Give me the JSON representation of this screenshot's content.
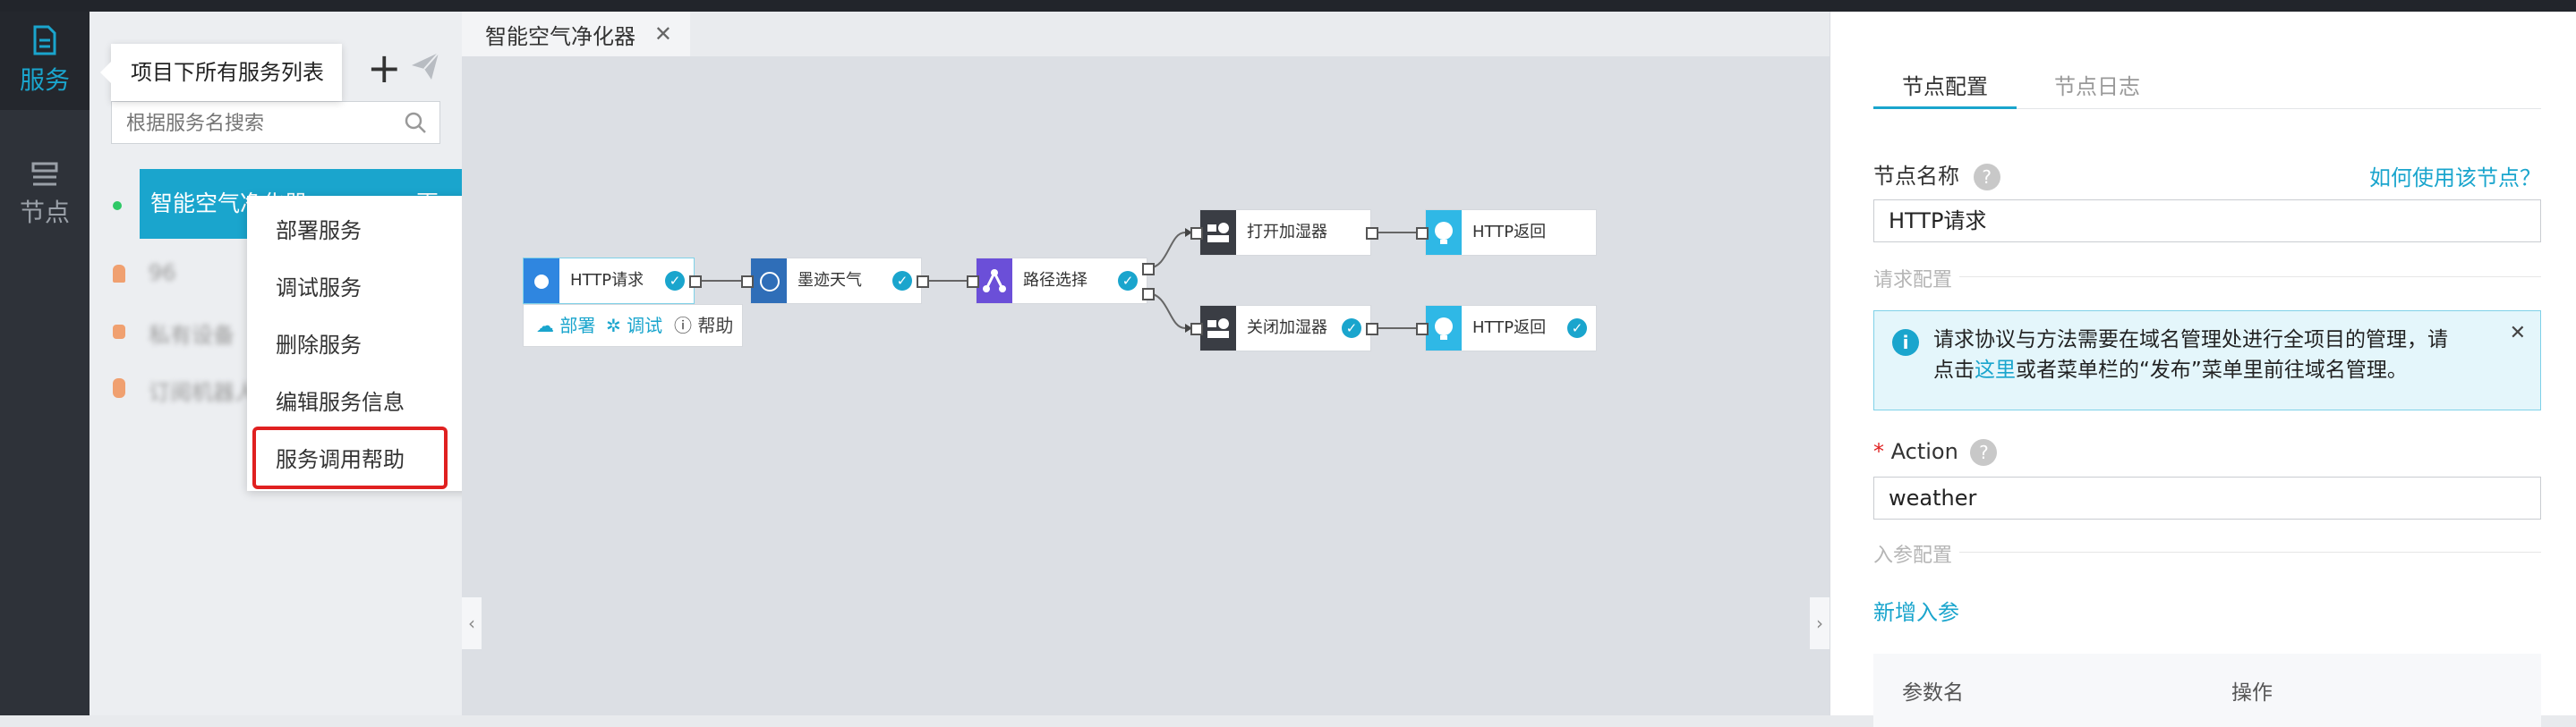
{
  "rail": {
    "items": [
      {
        "label": "服务",
        "icon": "document-icon",
        "active": true
      },
      {
        "label": "节点",
        "icon": "node-list-icon",
        "active": false
      }
    ]
  },
  "service_panel": {
    "tooltip": "项目下所有服务列表",
    "search_placeholder": "根据服务名搜索",
    "selected_service": "智能空气净化器",
    "selected_suffix": "更",
    "blurred_items": [
      "96",
      "私有设备",
      "订阅机器人"
    ]
  },
  "context_menu": {
    "items": [
      "部署服务",
      "调试服务",
      "删除服务",
      "编辑服务信息",
      "服务调用帮助"
    ],
    "highlighted_index": 4
  },
  "canvas": {
    "tab_title": "智能空气净化器",
    "nodes": {
      "http_request": "HTTP请求",
      "weather": "墨迹天气",
      "route": "路径选择",
      "open_humidifier": "打开加湿器",
      "http_return_1": "HTTP返回",
      "close_humidifier": "关闭加湿器",
      "http_return_2": "HTTP返回"
    },
    "node_actions": {
      "deploy": "部署",
      "debug": "调试",
      "help": "帮助"
    }
  },
  "right_panel": {
    "tabs": [
      "节点配置",
      "节点日志"
    ],
    "active_tab": 0,
    "node_name_label": "节点名称",
    "how_to_link": "如何使用该节点？",
    "node_name_value": "HTTP请求",
    "request_config_label": "请求配置",
    "info_text_1": "请求协议与方法需要在域名管理处进行全项目的管理，请",
    "info_text_2a": "点击",
    "info_link": "这里",
    "info_text_2b": "或者菜单栏的“发布”菜单里前往域名管理。",
    "action_label": "Action",
    "action_value": "weather",
    "param_config_label": "入参配置",
    "add_param": "新增入参",
    "table_headers": [
      "参数名",
      "操作"
    ]
  },
  "colors": {
    "accent": "#1aa5cd",
    "rail_bg": "#2e3239",
    "highlight_red": "#e02020",
    "status_green": "#2ec866"
  }
}
